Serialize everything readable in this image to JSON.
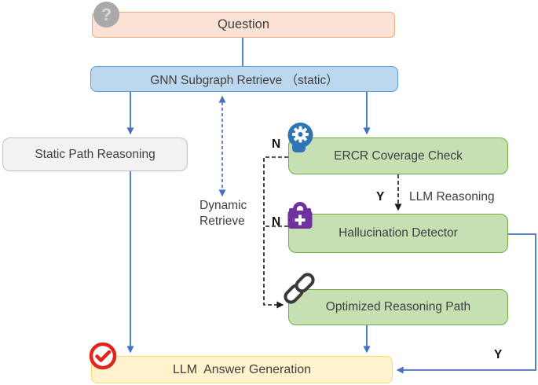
{
  "nodes": {
    "question": {
      "label": "Question"
    },
    "gnn_subgraph_retrieve": {
      "label": "GNN Subgraph Retrieve （static）"
    },
    "static_path_reasoning": {
      "label": "Static Path Reasoning"
    },
    "ercr_coverage_check": {
      "label": "ERCR Coverage Check"
    },
    "hallucination_detector": {
      "label": "Hallucination Detector"
    },
    "optimized_reasoning_path": {
      "label": "Optimized Reasoning Path"
    },
    "llm_answer_generation": {
      "label": "LLM  Answer Generation"
    }
  },
  "labels": {
    "question_mark": "?",
    "dynamic_retrieve_line1": "Dynamic",
    "dynamic_retrieve_line2": "Retrieve",
    "llm_reasoning": "LLM Reasoning",
    "branch_n_ercr": "N",
    "branch_n_hallucination": "N",
    "branch_y_ercr": "Y",
    "branch_y_hallucination": "Y"
  },
  "icons": {
    "question": "question-mark-circle",
    "ercr": "gear-head",
    "hallucination": "security-bag-plus",
    "optimized": "chain-links",
    "answer": "check-circle"
  },
  "colors": {
    "question_fill": "#FBE2D5",
    "question_border": "#F2A679",
    "gnn_fill": "#BDD7EE",
    "gnn_border": "#5B9BD5",
    "static_fill": "#F2F2F2",
    "static_border": "#BFBFBF",
    "process_fill": "#C6E0B4",
    "process_border": "#70AD47",
    "answer_fill": "#FFF2CC",
    "answer_border": "#FFD966",
    "connector_blue": "#4472C4",
    "connector_black": "#1A1A1A",
    "icon_blue": "#2E75B6",
    "icon_purple": "#7030A0",
    "icon_red": "#E1251B",
    "text": "#3F3F3F"
  }
}
